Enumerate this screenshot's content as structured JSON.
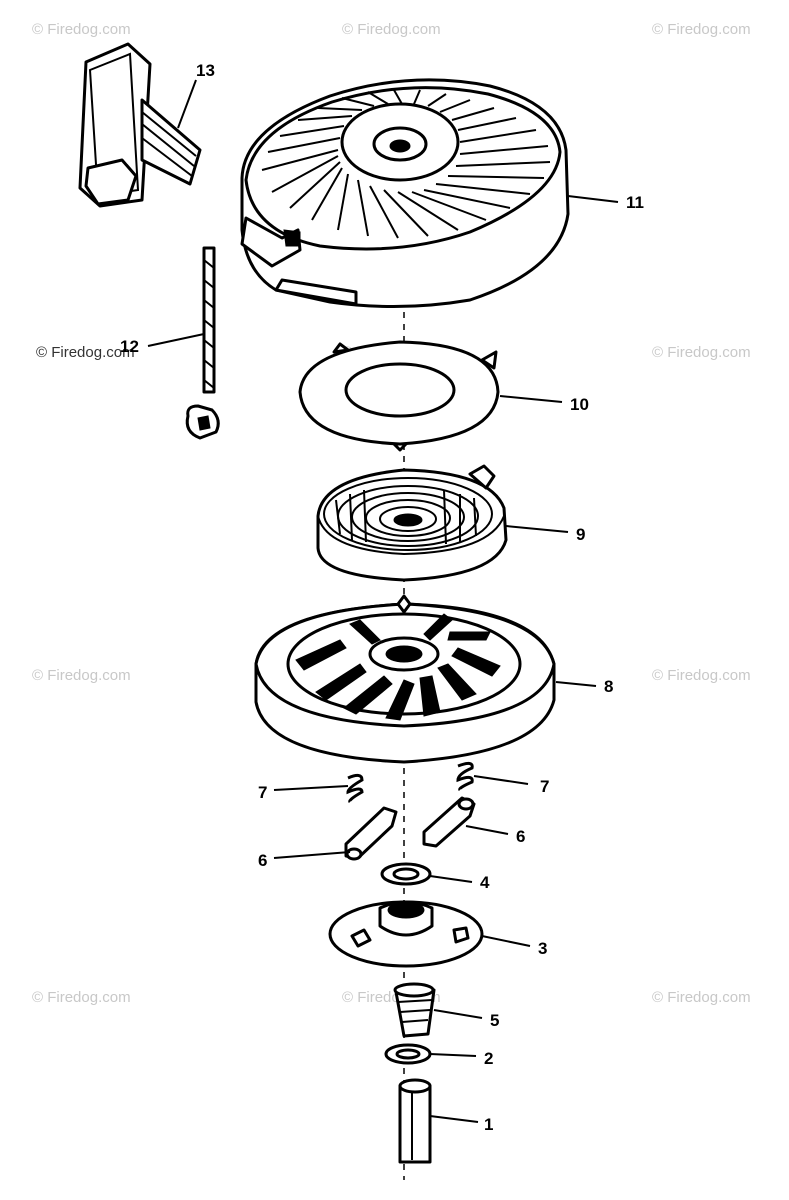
{
  "watermark": "© Firedog.com",
  "callouts": {
    "c1": "1",
    "c2": "2",
    "c3": "3",
    "c4": "4",
    "c5": "5",
    "c6a": "6",
    "c6b": "6",
    "c7a": "7",
    "c7b": "7",
    "c8": "8",
    "c9": "9",
    "c10": "10",
    "c11": "11",
    "c12": "12",
    "c13": "13"
  }
}
